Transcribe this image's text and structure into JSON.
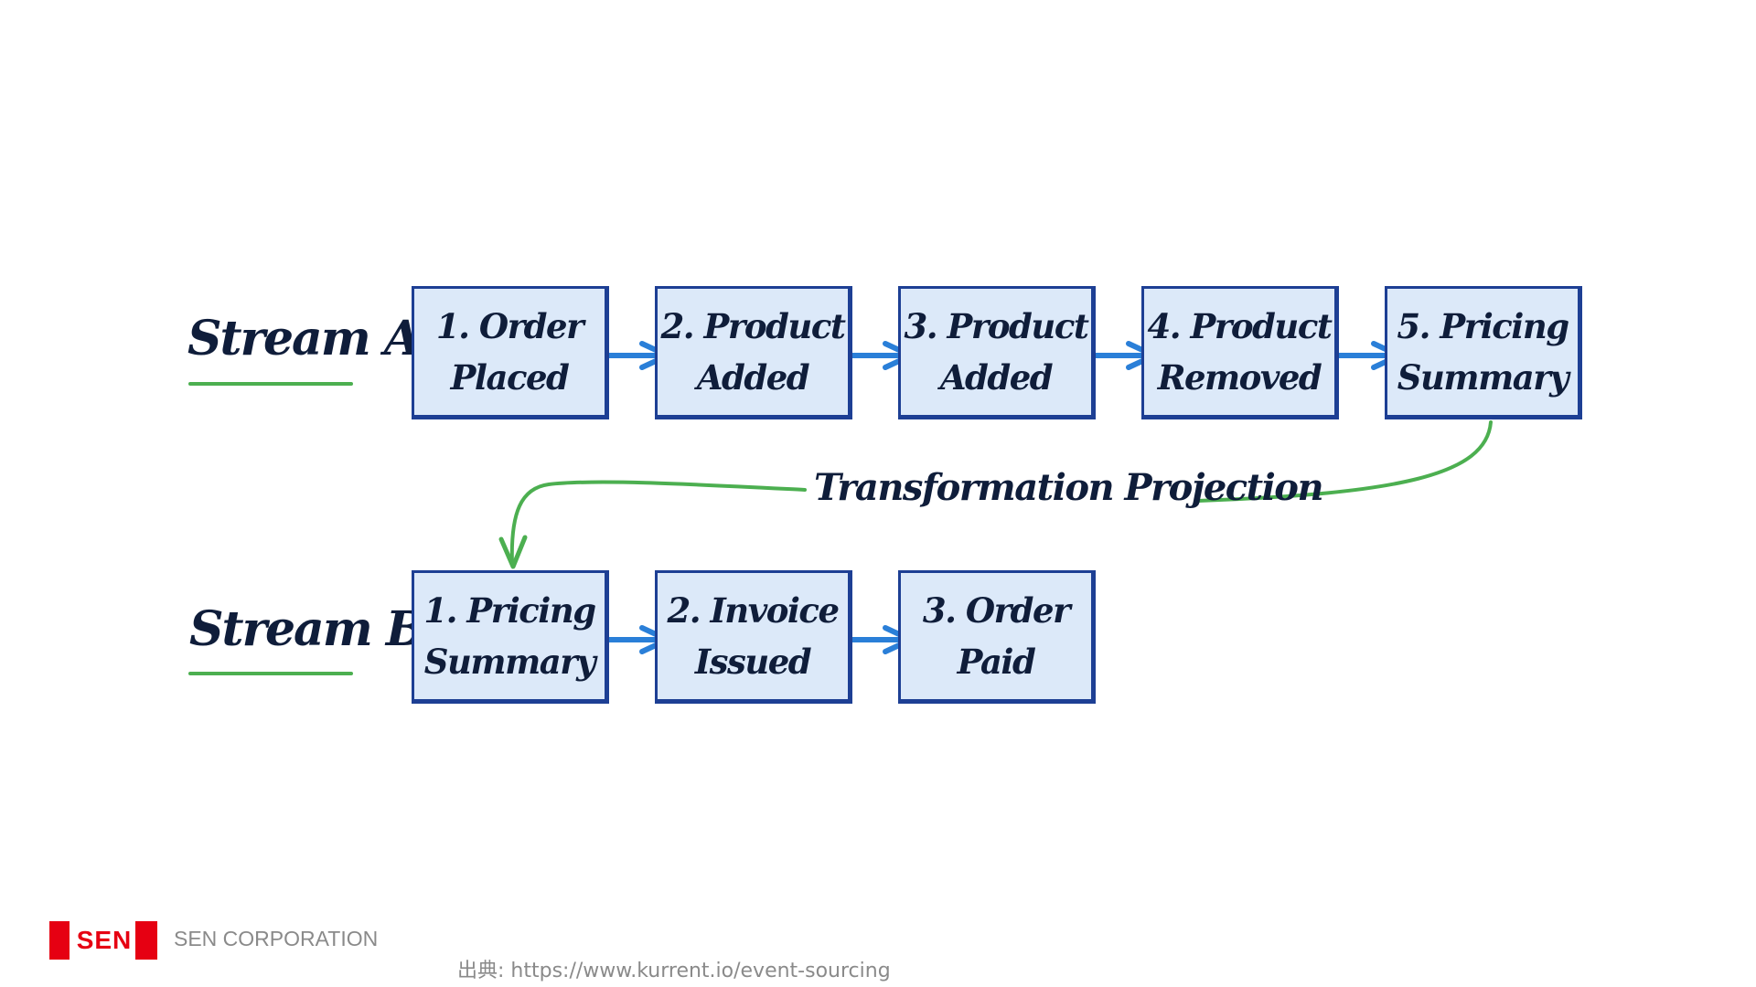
{
  "streams": {
    "a": {
      "label": "Stream A",
      "events": [
        {
          "line1": "1. Order",
          "line2": "Placed"
        },
        {
          "line1": "2. Product",
          "line2": "Added"
        },
        {
          "line1": "3. Product",
          "line2": "Added"
        },
        {
          "line1": "4. Product",
          "line2": "Removed"
        },
        {
          "line1": "5. Pricing",
          "line2": "Summary"
        }
      ]
    },
    "b": {
      "label": "Stream B",
      "events": [
        {
          "line1": "1. Pricing",
          "line2": "Summary"
        },
        {
          "line1": "2. Invoice",
          "line2": "Issued"
        },
        {
          "line1": "3. Order",
          "line2": "Paid"
        }
      ]
    }
  },
  "projection": {
    "label": "Transformation Projection"
  },
  "footer": {
    "logo_text": "SEN",
    "company": "SEN CORPORATION",
    "source": "出典: https://www.kurrent.io/event-sourcing"
  },
  "colors": {
    "box_fill": "#dce9f9",
    "box_border": "#1d3f94",
    "arrow_blue": "#2a7fd8",
    "projection_green": "#4caf50",
    "brand_red": "#e60012"
  }
}
